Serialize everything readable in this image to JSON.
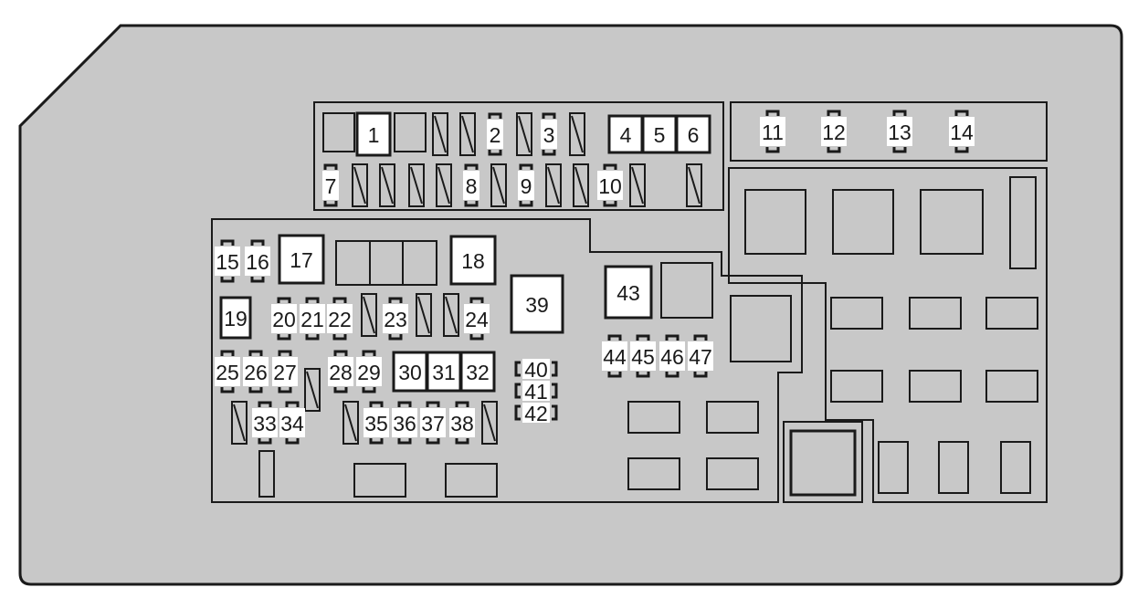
{
  "diagram": {
    "background_color": "#c8c8c8",
    "line_color": "#1a1a1a",
    "label_color": "#1a1a1a",
    "slot_fill": "#ffffff"
  },
  "fuses": {
    "f1": "1",
    "f2": "2",
    "f3": "3",
    "f4": "4",
    "f5": "5",
    "f6": "6",
    "f7": "7",
    "f8": "8",
    "f9": "9",
    "f10": "10",
    "f11": "11",
    "f12": "12",
    "f13": "13",
    "f14": "14",
    "f15": "15",
    "f16": "16",
    "f17": "17",
    "f18": "18",
    "f19": "19",
    "f20": "20",
    "f21": "21",
    "f22": "22",
    "f23": "23",
    "f24": "24",
    "f25": "25",
    "f26": "26",
    "f27": "27",
    "f28": "28",
    "f29": "29",
    "f30": "30",
    "f31": "31",
    "f32": "32",
    "f33": "33",
    "f34": "34",
    "f35": "35",
    "f36": "36",
    "f37": "37",
    "f38": "38",
    "f39": "39",
    "f40": "40",
    "f41": "41",
    "f42": "42",
    "f43": "43",
    "f44": "44",
    "f45": "45",
    "f46": "46",
    "f47": "47"
  }
}
